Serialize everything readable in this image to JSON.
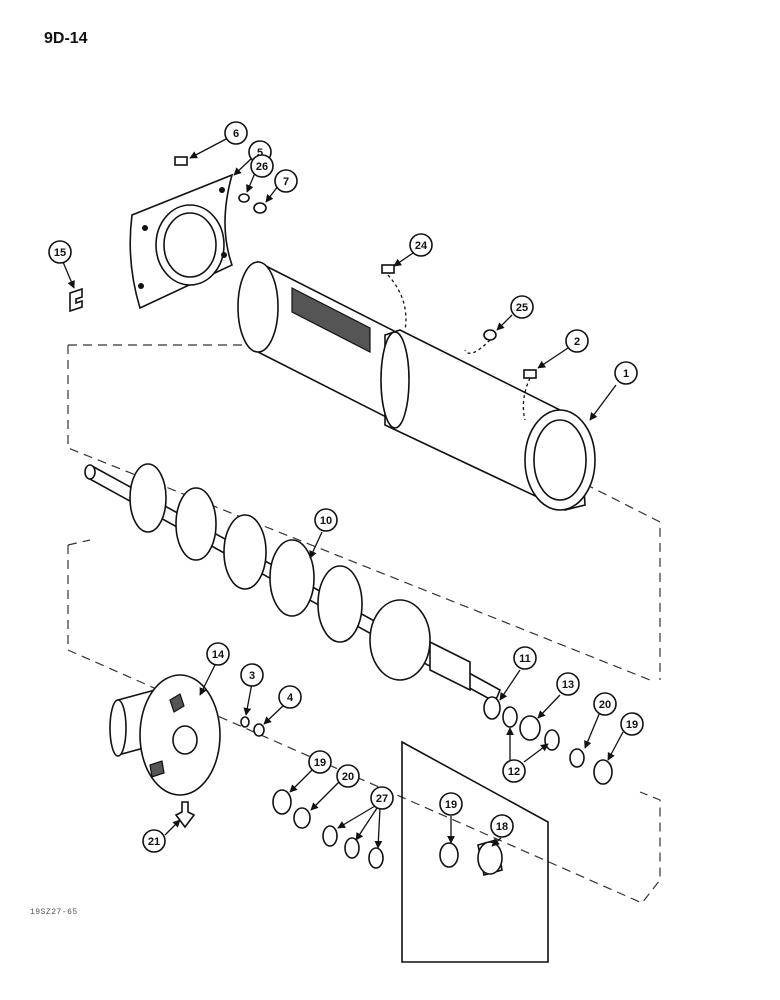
{
  "page_ref": "9D-14",
  "figure_code": "19SZ27-65",
  "callouts": [
    "1",
    "2",
    "3",
    "4",
    "5",
    "6",
    "7",
    "10",
    "11",
    "12",
    "12",
    "13",
    "14",
    "15",
    "18",
    "19",
    "19",
    "19",
    "20",
    "20",
    "21",
    "24",
    "25",
    "26",
    "27"
  ]
}
